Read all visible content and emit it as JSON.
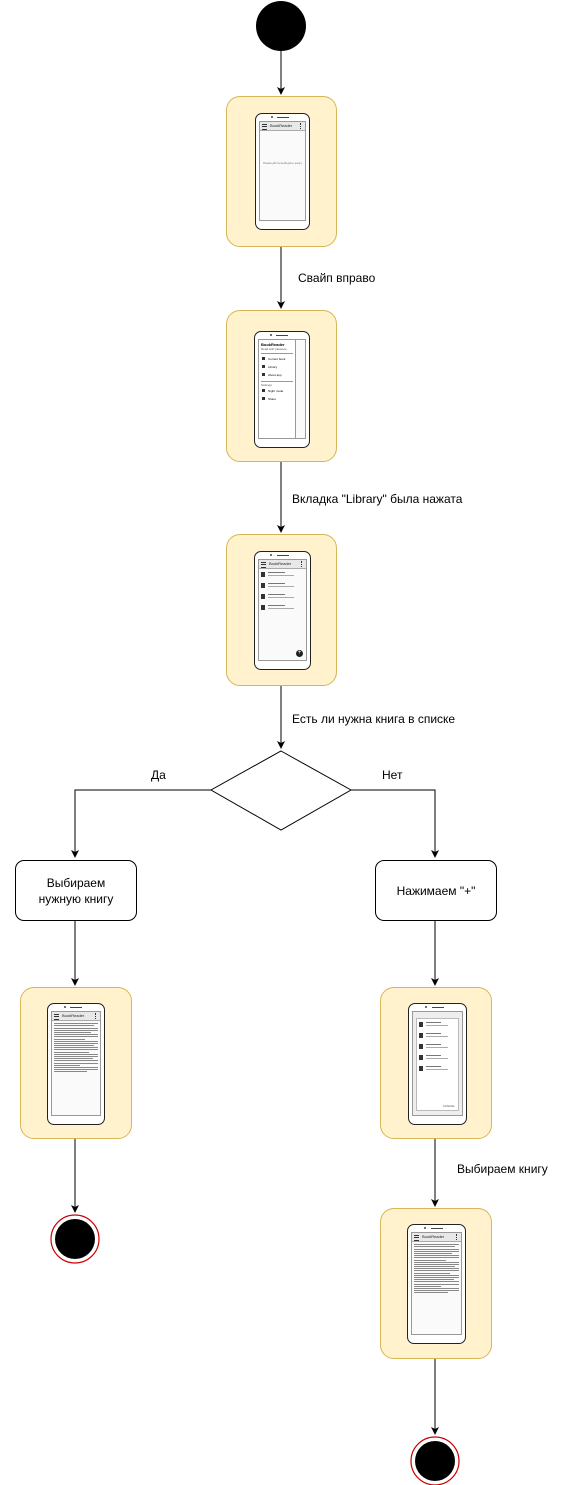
{
  "edges": [
    {
      "id": "swipe",
      "label": "Свайп вправо"
    },
    {
      "id": "library",
      "label": "Вкладка \"Library\" была нажата"
    },
    {
      "id": "question",
      "label": "Есть ли нужна книга в списке"
    },
    {
      "id": "yes",
      "label": "Да"
    },
    {
      "id": "no",
      "label": "Нет"
    },
    {
      "id": "choose",
      "label": "Выбираем книгу"
    }
  ],
  "actions": {
    "select_book": "Выбираем нужную книгу",
    "press_plus": "Нажимаем \"+\""
  },
  "screens": {
    "app_title": "BookReader",
    "empty_hint": "Пожалуйста выберите книгу",
    "drawer": {
      "title": "BookReader",
      "subtitle": "Read with pleasure",
      "items": [
        "Current book",
        "Library",
        "About app"
      ],
      "section": "Settings",
      "settings_items": [
        "Night mode",
        "Share"
      ]
    },
    "fab_icon": "plus-icon",
    "file_footer": "CANCEL"
  },
  "colors": {
    "state_fill": "#fff2cc",
    "state_border": "#d6b656",
    "final_ring": "#cc0000"
  }
}
